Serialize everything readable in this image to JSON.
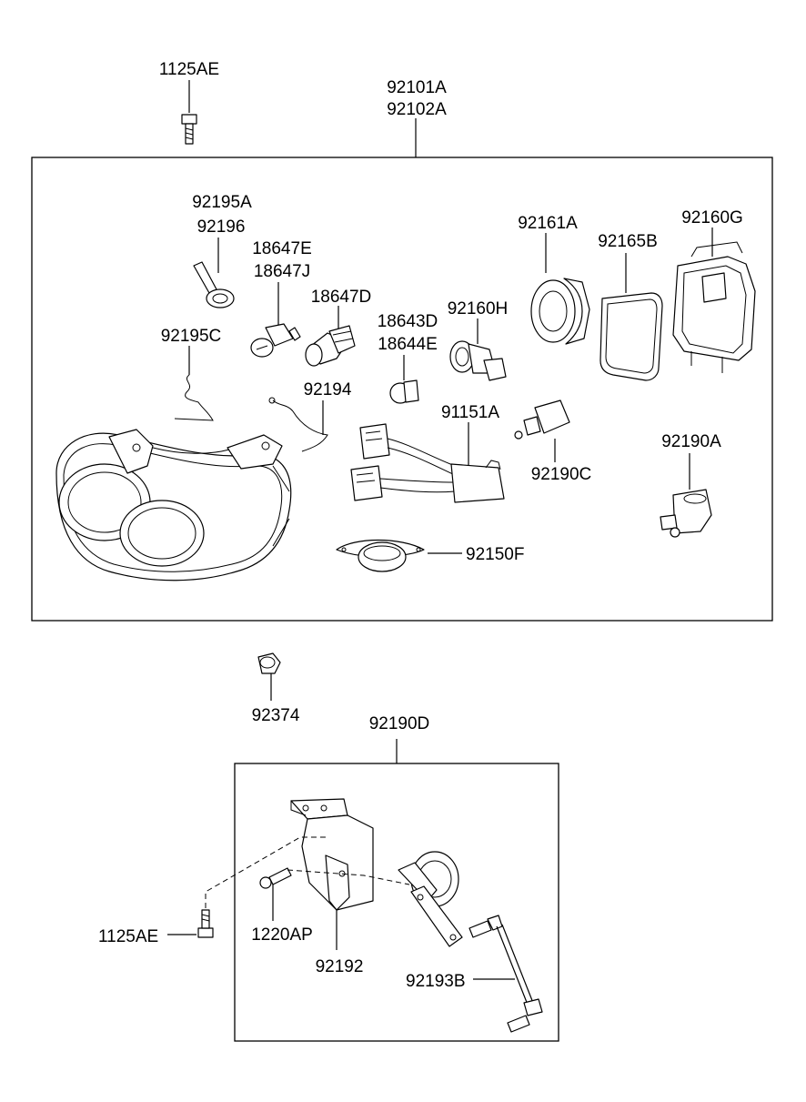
{
  "labels": {
    "p1125AE_top": "1125AE",
    "p92101A": "92101A",
    "p92102A": "92102A",
    "p92195A": "92195A",
    "p92196": "92196",
    "p18647E": "18647E",
    "p18647J": "18647J",
    "p18647D": "18647D",
    "p18643D": "18643D",
    "p18644E": "18644E",
    "p92160H": "92160H",
    "p92161A": "92161A",
    "p92165B": "92165B",
    "p92160G": "92160G",
    "p92195C": "92195C",
    "p92194": "92194",
    "p91151A": "91151A",
    "p92190C": "92190C",
    "p92190A": "92190A",
    "p92150F": "92150F",
    "p92374": "92374",
    "p92190D": "92190D",
    "p1125AE_bottom": "1125AE",
    "p1220AP": "1220AP",
    "p92192": "92192",
    "p92193B": "92193B"
  }
}
